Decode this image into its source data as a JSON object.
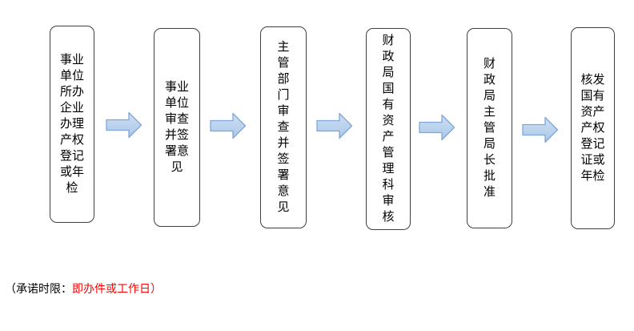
{
  "flowchart": {
    "steps": [
      "事业单位所办企业办理产权登记或年检",
      "事业单位审查并签署意见",
      "主管部门审查并签署意见",
      "财政局国有资产管理科审核",
      "财政局主管局长批准",
      "核发国有资产产权登记证或年检"
    ],
    "connector_icon": "right-block-arrow",
    "colors": {
      "arrow_fill_top": "#cfe0f3",
      "arrow_fill_bottom": "#a9c7e8",
      "arrow_stroke": "#7ea6d8",
      "box_border": "#3f3f3f",
      "text": "#000000",
      "background": "#ffffff"
    }
  },
  "note": {
    "prefix": "（承诺时限：",
    "highlight": "即办件或工作日）",
    "highlight_color": "#ff0000"
  }
}
